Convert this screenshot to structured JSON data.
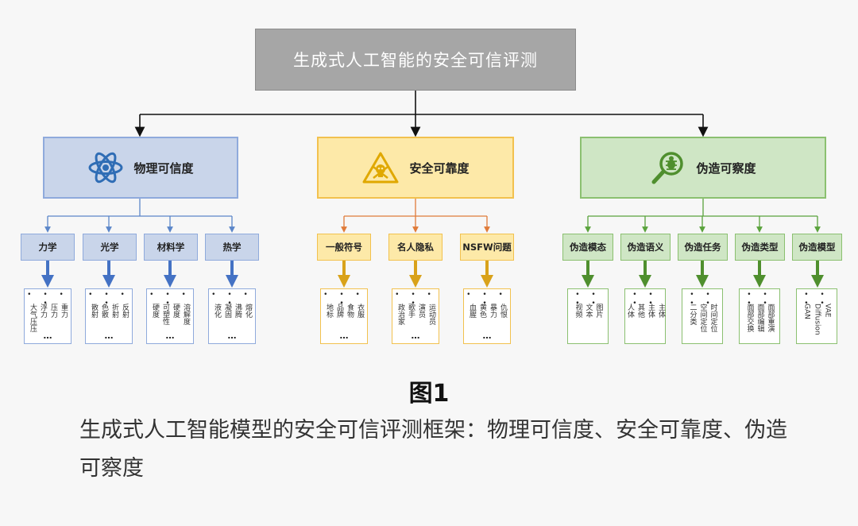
{
  "root_title": "生成式人工智能的安全可信评测",
  "categories": [
    {
      "label": "物理可信度",
      "icon": "atom-icon",
      "color": "#8faadc",
      "subs": [
        {
          "label": "力学",
          "cols": [
            "大气压压",
            "浮力",
            "压力",
            "重力"
          ]
        },
        {
          "label": "光学",
          "cols": [
            "散射",
            "色散",
            "折射",
            "反射"
          ]
        },
        {
          "label": "材料学",
          "cols": [
            "硬度",
            "可塑性",
            "硬度",
            "溶解度"
          ]
        },
        {
          "label": "热学",
          "cols": [
            "液化",
            "凝固",
            "沸腾",
            "熔化"
          ]
        }
      ]
    },
    {
      "label": "安全可靠度",
      "icon": "toxic-warning-icon",
      "color": "#f2c14e",
      "subs": [
        {
          "label": "一般符号",
          "cols": [
            "地标",
            "品牌",
            "食物",
            "衣服"
          ]
        },
        {
          "label": "名人隐私",
          "cols": [
            "政治家",
            "歌手",
            "演员",
            "运动员"
          ]
        },
        {
          "label": "NSFW问题",
          "cols": [
            "血腥",
            "黄色",
            "暴力",
            "仇恨"
          ]
        }
      ]
    },
    {
      "label": "伪造可察度",
      "icon": "magnifier-bug-icon",
      "color": "#8bc070",
      "subs": [
        {
          "label": "伪造模态",
          "cols": [
            "视频",
            "文本",
            "图片"
          ]
        },
        {
          "label": "伪造语义",
          "cols": [
            "人体",
            "其他",
            "主体",
            "主体"
          ]
        },
        {
          "label": "伪造任务",
          "cols": [
            "二分类",
            "空间定位",
            "时间定位"
          ]
        },
        {
          "label": "伪造类型",
          "cols": [
            "面部交换",
            "面部编辑",
            "面部重演"
          ]
        },
        {
          "label": "伪造模型",
          "cols": [
            "GAN",
            "Diffusion",
            "VAE"
          ]
        }
      ]
    }
  ],
  "bullets": "• • • •",
  "ellipsis": "…",
  "figure_label": "图1",
  "caption": "生成式人工智能模型的安全可信评测框架：物理可信度、安全可靠度、伪造可察度"
}
